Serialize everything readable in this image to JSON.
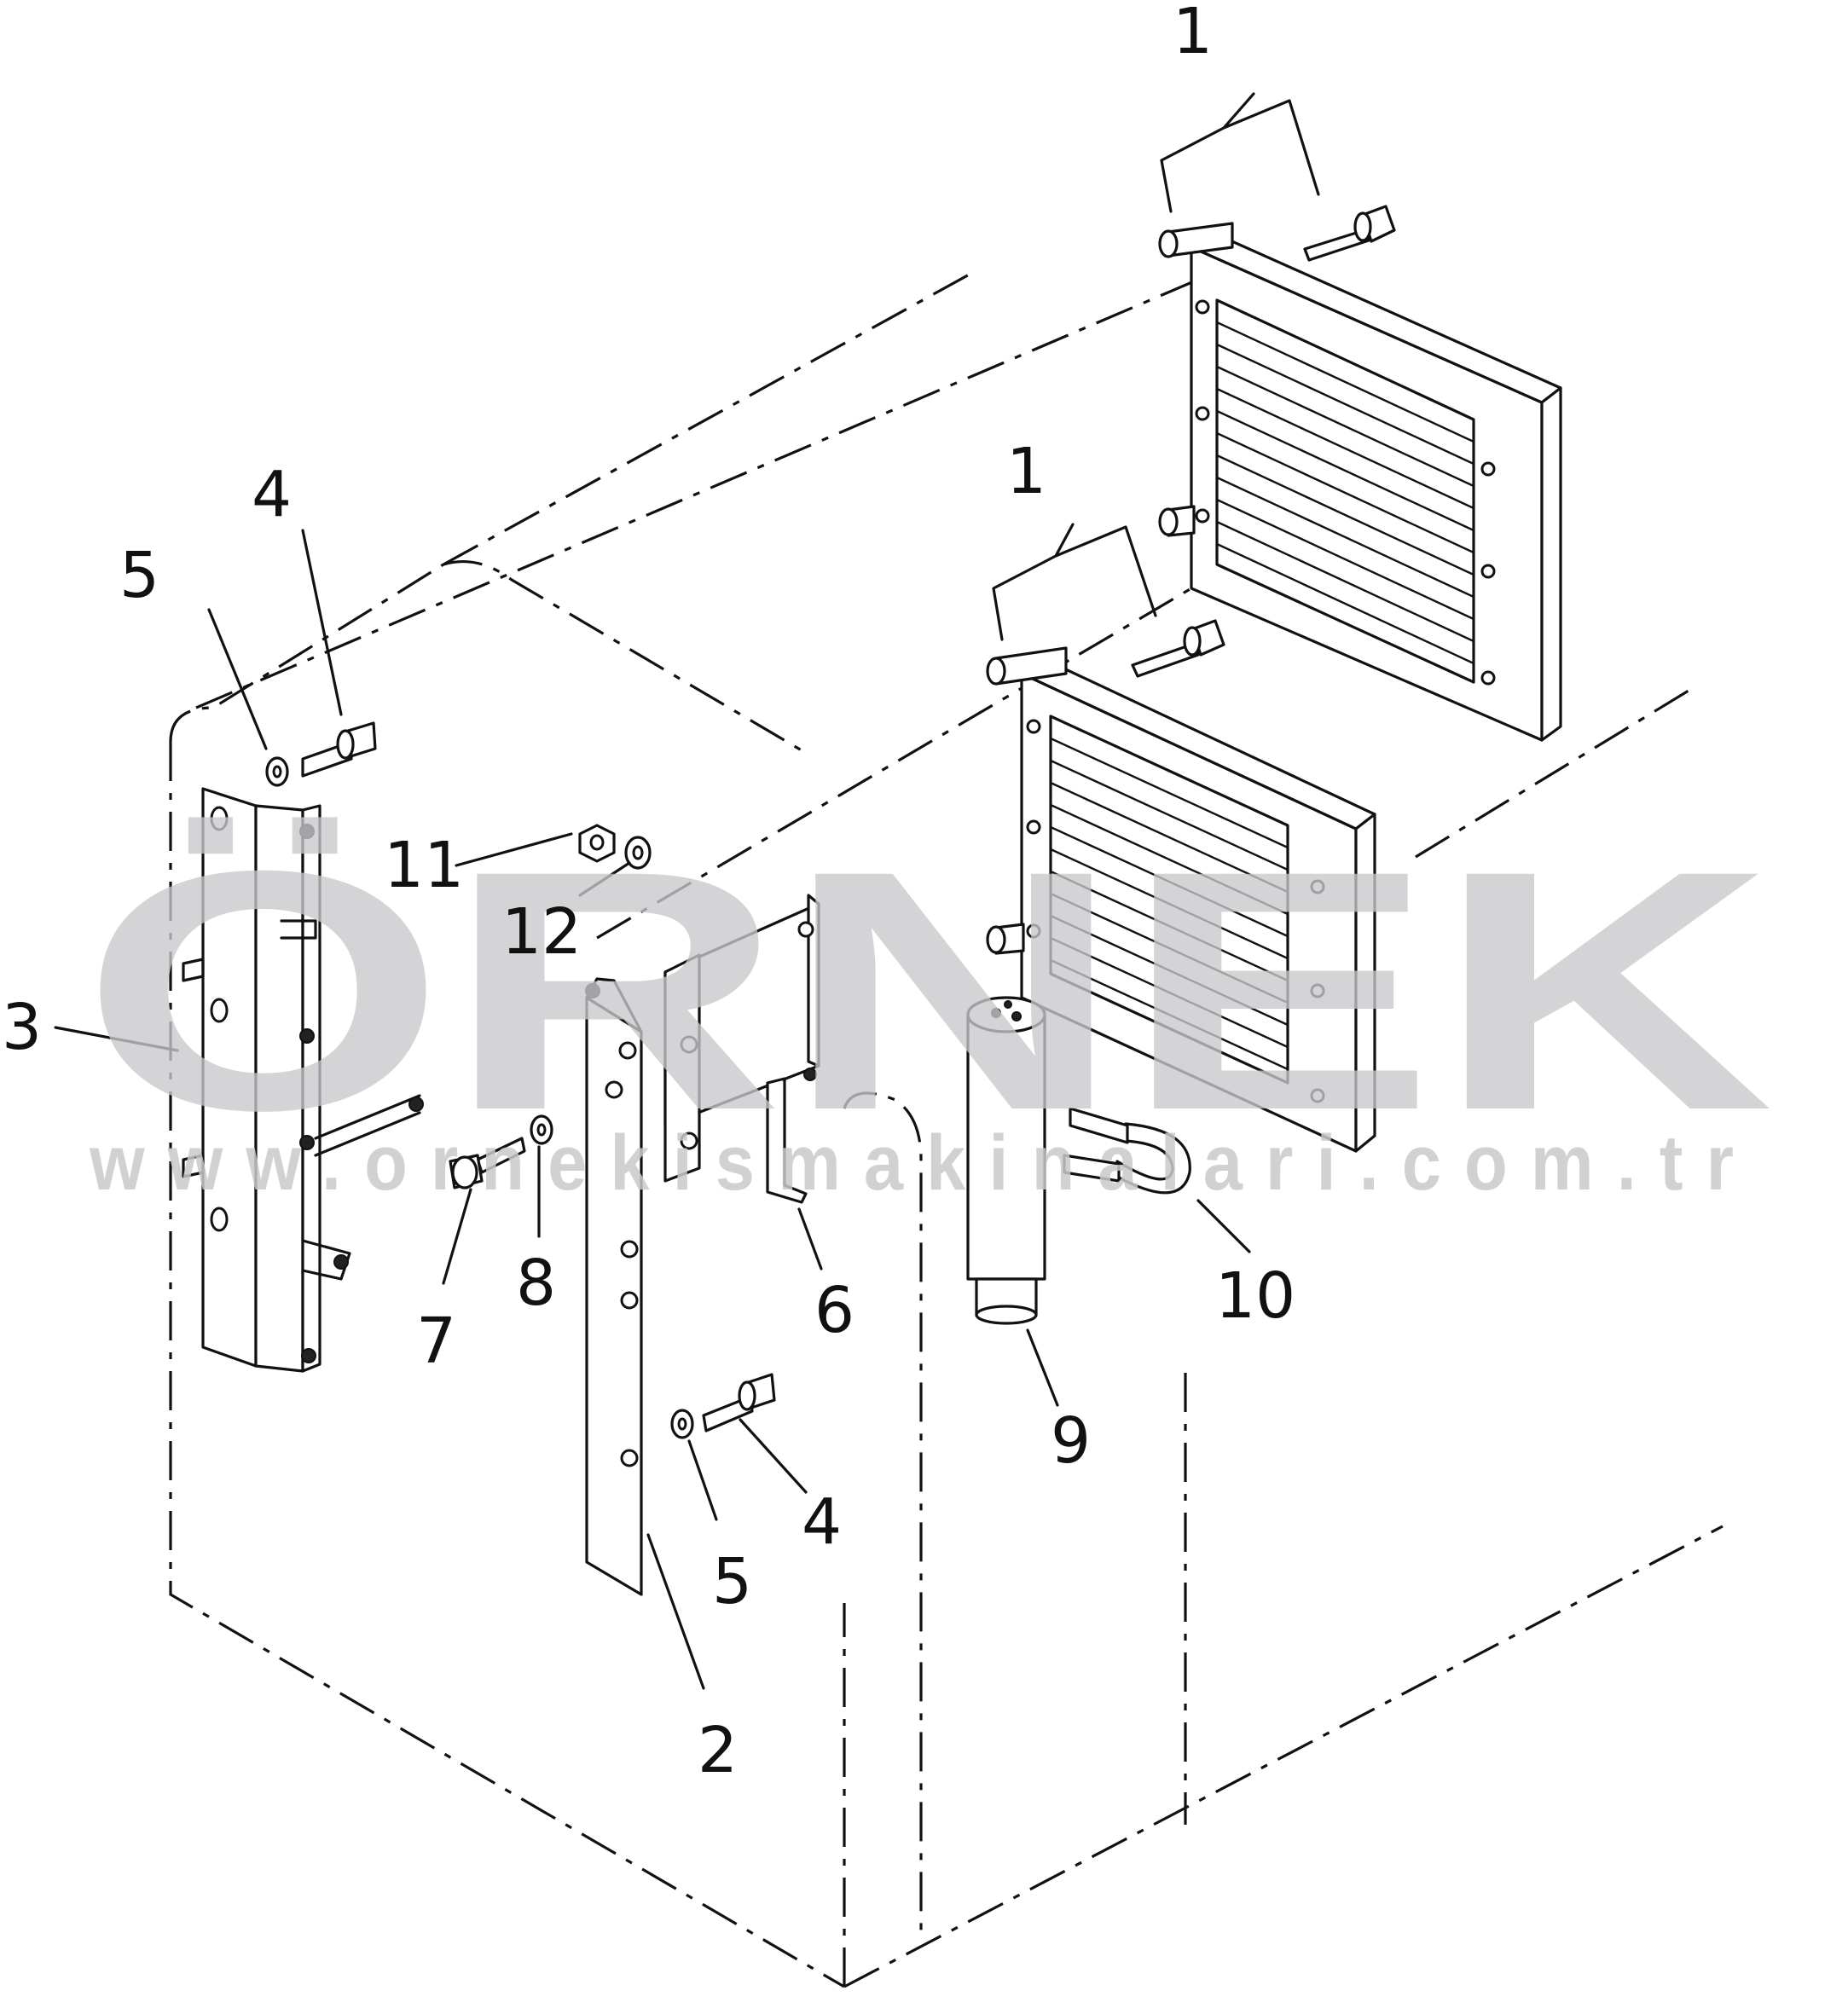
{
  "diagram": {
    "callouts": [
      {
        "id": "c1a",
        "text": "1"
      },
      {
        "id": "c1b",
        "text": "1"
      },
      {
        "id": "c2",
        "text": "2"
      },
      {
        "id": "c3",
        "text": "3"
      },
      {
        "id": "c4a",
        "text": "4"
      },
      {
        "id": "c4b",
        "text": "4"
      },
      {
        "id": "c5a",
        "text": "5"
      },
      {
        "id": "c5b",
        "text": "5"
      },
      {
        "id": "c6",
        "text": "6"
      },
      {
        "id": "c7",
        "text": "7"
      },
      {
        "id": "c8",
        "text": "8"
      },
      {
        "id": "c9",
        "text": "9"
      },
      {
        "id": "c10",
        "text": "10"
      },
      {
        "id": "c11",
        "text": "11"
      },
      {
        "id": "c12",
        "text": "12"
      }
    ]
  },
  "watermark": {
    "logo_text": "ÖRNEK",
    "url_text": "www.ornekismakinalari.com.tr",
    "color": "#c9c9cc"
  }
}
